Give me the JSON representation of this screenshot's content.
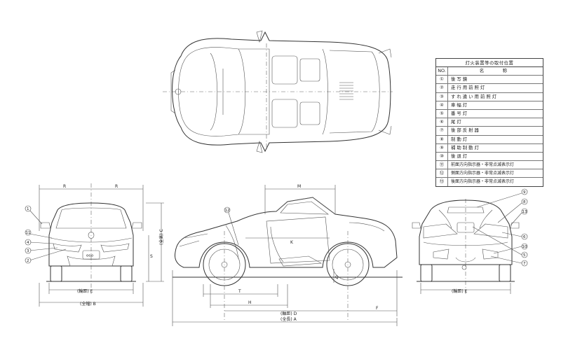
{
  "legend": {
    "title": "灯火装置等の取付位置",
    "header_no": "NO.",
    "header_name": "名　称",
    "items": [
      {
        "no": "①",
        "name": "後写鏡"
      },
      {
        "no": "②",
        "name": "走行用前照灯"
      },
      {
        "no": "③",
        "name": "すれ違い用前照灯"
      },
      {
        "no": "④",
        "name": "車幅灯"
      },
      {
        "no": "⑤",
        "name": "番号灯"
      },
      {
        "no": "⑥",
        "name": "尾灯"
      },
      {
        "no": "⑦",
        "name": "後部反射器"
      },
      {
        "no": "⑧",
        "name": "制動灯"
      },
      {
        "no": "⑨",
        "name": "補助制動灯"
      },
      {
        "no": "⑩",
        "name": "後退灯"
      },
      {
        "no": "⑪",
        "name": "前面方向指示器・非常点滅表示灯"
      },
      {
        "no": "⑫",
        "name": "側面方向指示器・非常点滅表示灯"
      },
      {
        "no": "⑬",
        "name": "後面方向指示器・非常点滅表示灯"
      }
    ]
  },
  "front_view": {
    "dim_r_left": "R",
    "dim_r_right": "R",
    "dim_tread": "(輪距) E",
    "dim_width": "(全幅) B",
    "dim_height": "(全高) C",
    "dim_s": "S",
    "callouts": [
      "1",
      "11",
      "4",
      "3",
      "2"
    ],
    "plate_text": "ooo"
  },
  "side_view": {
    "dim_m": "M",
    "dim_t": "T",
    "dim_h": "H",
    "dim_wheelbase": "(軸距) D",
    "dim_f": "F",
    "dim_length": "(全長) A",
    "dim_k": "K",
    "dim_q": "Q",
    "callouts": [
      "12"
    ]
  },
  "rear_view": {
    "dim_tread": "(輪距) E",
    "callouts": [
      "9",
      "8",
      "13",
      "6",
      "10",
      "5",
      "7"
    ]
  }
}
